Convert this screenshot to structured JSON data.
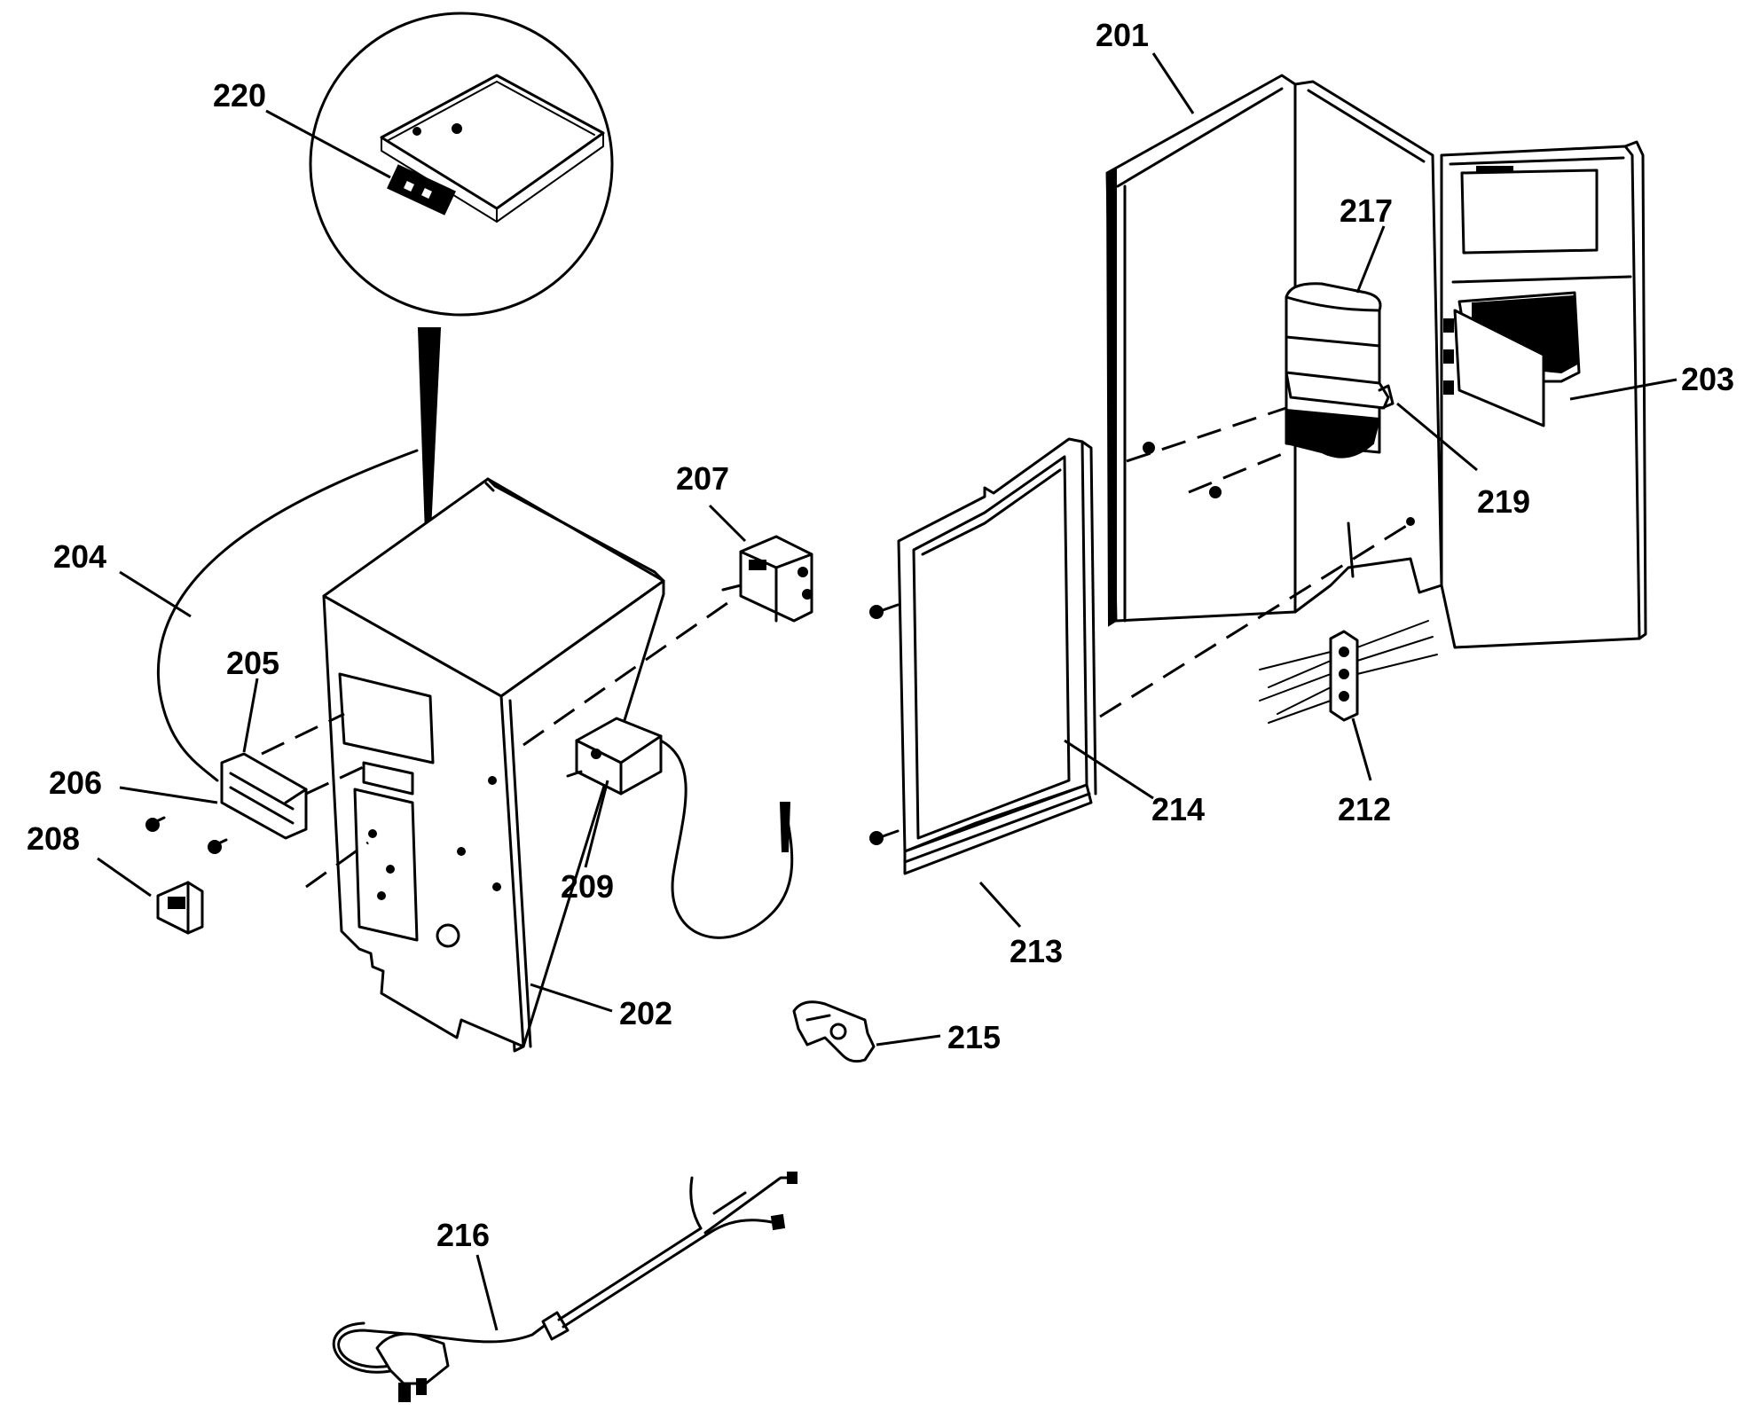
{
  "parts": [
    {
      "id": "p201",
      "label": "201"
    },
    {
      "id": "p202",
      "label": "202"
    },
    {
      "id": "p203",
      "label": "203"
    },
    {
      "id": "p204",
      "label": "204"
    },
    {
      "id": "p205",
      "label": "205"
    },
    {
      "id": "p206",
      "label": "206"
    },
    {
      "id": "p207",
      "label": "207"
    },
    {
      "id": "p208",
      "label": "208"
    },
    {
      "id": "p209",
      "label": "209"
    },
    {
      "id": "p212",
      "label": "212"
    },
    {
      "id": "p213",
      "label": "213"
    },
    {
      "id": "p214",
      "label": "214"
    },
    {
      "id": "p215",
      "label": "215"
    },
    {
      "id": "p216",
      "label": "216"
    },
    {
      "id": "p217",
      "label": "217"
    },
    {
      "id": "p219",
      "label": "219"
    },
    {
      "id": "p220",
      "label": "220"
    }
  ]
}
